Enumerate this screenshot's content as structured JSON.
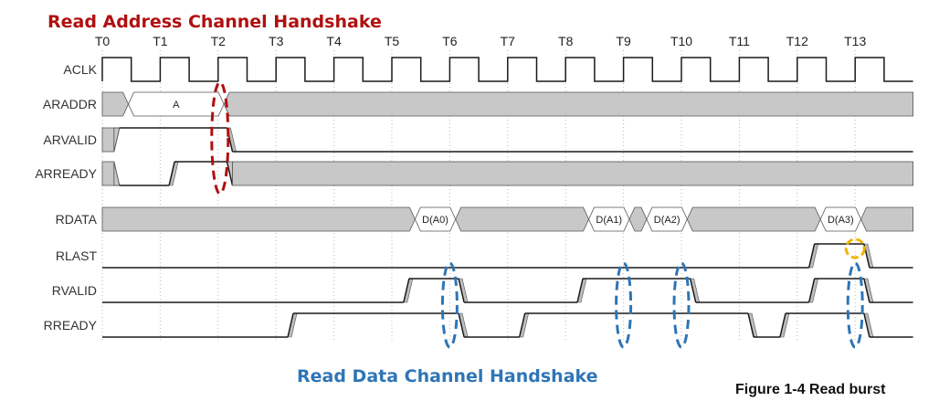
{
  "title": "Read Address Channel Handshake",
  "subtitle": "Read Data Channel Handshake",
  "caption": "Figure 1-4 Read burst",
  "colors": {
    "address_annotation": "#b01010",
    "data_annotation": "#2e75b6",
    "rlast_marker": "#f0b400",
    "invalid_fill": "#c8c8c8"
  },
  "ticks": [
    "T0",
    "T1",
    "T2",
    "T3",
    "T4",
    "T5",
    "T6",
    "T7",
    "T8",
    "T9",
    "T10",
    "T11",
    "T12",
    "T13"
  ],
  "signals": [
    {
      "name": "ACLK",
      "kind": "clock"
    },
    {
      "name": "ARADDR",
      "kind": "bus",
      "segments": [
        {
          "from": 0,
          "to": 0.45,
          "state": "x"
        },
        {
          "from": 0.45,
          "to": 2.1,
          "state": "v",
          "label": "A"
        },
        {
          "from": 2.1,
          "to": 14,
          "state": "x"
        }
      ]
    },
    {
      "name": "ARVALID",
      "kind": "wire",
      "init": "mid",
      "edges": [
        {
          "t": 0.25,
          "to": 1
        },
        {
          "t": 2.2,
          "to": 0
        }
      ]
    },
    {
      "name": "ARREADY",
      "kind": "wire",
      "init": "mid",
      "edges": [
        {
          "t": 0.25,
          "to": 0
        },
        {
          "t": 1.2,
          "to": 1
        },
        {
          "t": 2.2,
          "to": "mid"
        }
      ]
    },
    {
      "name": "RDATA",
      "kind": "bus",
      "segments": [
        {
          "from": 0,
          "to": 5.4,
          "state": "x"
        },
        {
          "from": 5.4,
          "to": 6.1,
          "state": "v",
          "label": "D(A0)"
        },
        {
          "from": 6.1,
          "to": 8.4,
          "state": "x"
        },
        {
          "from": 8.4,
          "to": 9.1,
          "state": "v",
          "label": "D(A1)"
        },
        {
          "from": 9.1,
          "to": 9.4,
          "state": "x"
        },
        {
          "from": 9.4,
          "to": 10.1,
          "state": "v",
          "label": "D(A2)"
        },
        {
          "from": 10.1,
          "to": 12.4,
          "state": "x"
        },
        {
          "from": 12.4,
          "to": 13.1,
          "state": "v",
          "label": "D(A3)"
        },
        {
          "from": 13.1,
          "to": 14,
          "state": "x"
        }
      ]
    },
    {
      "name": "RLAST",
      "kind": "wire",
      "init": 0,
      "edges": [
        {
          "t": 12.25,
          "to": 1
        },
        {
          "t": 13.2,
          "to": 0
        }
      ]
    },
    {
      "name": "RVALID",
      "kind": "wire",
      "init": 0,
      "edges": [
        {
          "t": 5.25,
          "to": 1
        },
        {
          "t": 6.2,
          "to": 0
        },
        {
          "t": 8.25,
          "to": 1
        },
        {
          "t": 10.2,
          "to": 0
        },
        {
          "t": 12.25,
          "to": 1
        },
        {
          "t": 13.2,
          "to": 0
        }
      ]
    },
    {
      "name": "RREADY",
      "kind": "wire",
      "init": 0,
      "edges": [
        {
          "t": 3.25,
          "to": 1
        },
        {
          "t": 6.2,
          "to": 0
        },
        {
          "t": 7.25,
          "to": 1
        },
        {
          "t": 11.2,
          "to": 0
        },
        {
          "t": 11.75,
          "to": 1
        },
        {
          "t": 13.2,
          "to": 0
        }
      ]
    }
  ],
  "handshakes": {
    "address": [
      {
        "tick": 2,
        "signals": [
          "ARADDR",
          "ARREADY"
        ]
      }
    ],
    "data": [
      {
        "tick": 6,
        "signals": [
          "RVALID",
          "RREADY"
        ]
      },
      {
        "tick": 9,
        "signals": [
          "RVALID",
          "RREADY"
        ]
      },
      {
        "tick": 10,
        "signals": [
          "RVALID",
          "RREADY"
        ]
      },
      {
        "tick": 13,
        "signals": [
          "RVALID",
          "RREADY"
        ]
      }
    ],
    "rlast": [
      {
        "tick": 13,
        "signal": "RLAST"
      }
    ]
  }
}
